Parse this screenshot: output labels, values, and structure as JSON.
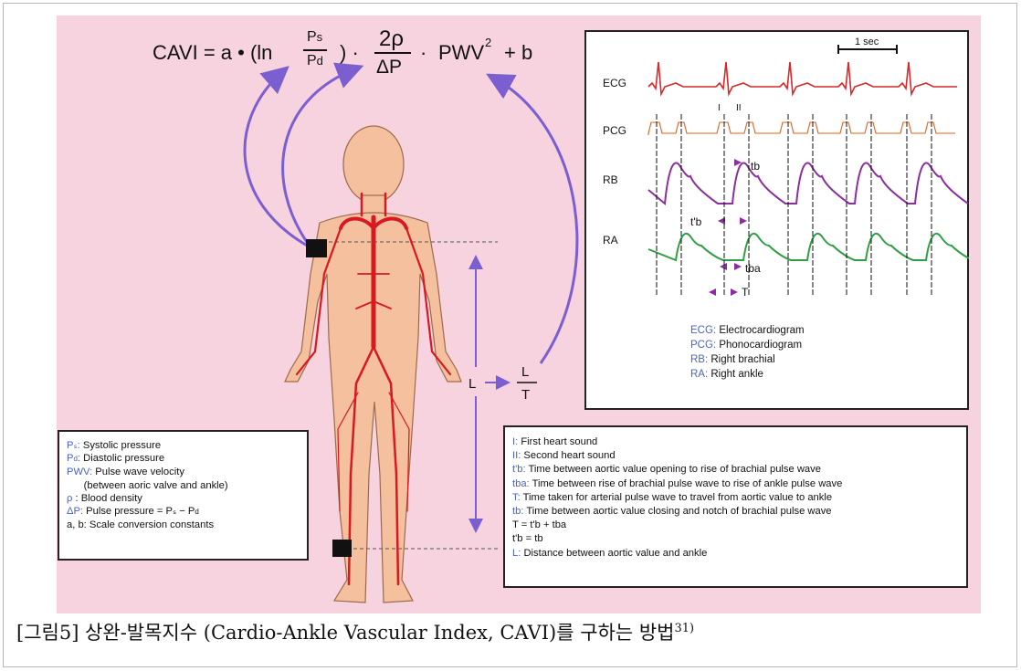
{
  "formula": {
    "prefix": "CAVI = a • (ln",
    "ps_num": "P",
    "ps_num_sub": "s",
    "pd_den": "P",
    "pd_den_sub": "d",
    "close": ") ·",
    "rho_num": "2ρ",
    "dp_den": "ΔP",
    "dot": "·",
    "pwv": "PWV",
    "pwv_exp": "2",
    "tail": "+  b"
  },
  "body_labels": {
    "L": "L",
    "frac_num": "L",
    "frac_den": "T",
    "arrow": "→"
  },
  "signals": {
    "scale": "1 sec",
    "channels": [
      "ECG",
      "PCG",
      "RB",
      "RA"
    ],
    "markers": {
      "I": "I",
      "II": "II"
    },
    "intervals": {
      "tb": "tb",
      "tpb": "t'b",
      "tba": "tba",
      "T": "T"
    },
    "colors": {
      "ECG": "#d62828",
      "PCG": "#e0601a",
      "RB": "#8b2f9f",
      "RA": "#2f9e44"
    },
    "abbrev_legend": [
      {
        "key": "ECG:",
        "text": " Electrocardiogram"
      },
      {
        "key": "PCG:",
        "text": " Phonocardiogram"
      },
      {
        "key": "RB:",
        "text": " Right brachial"
      },
      {
        "key": "RA:",
        "text": " Right ankle"
      }
    ]
  },
  "legend_left": [
    {
      "key": "Pₛ:",
      "text": " Systolic pressure"
    },
    {
      "key": "P",
      "sub": "d",
      "key2": ":",
      "text": " Diastolic pressure"
    },
    {
      "key": "PWV:",
      "text": " Pulse wave velocity"
    },
    {
      "key": "",
      "text": "      (between aoric valve and ankle)"
    },
    {
      "key": "ρ",
      "text": " : Blood density"
    },
    {
      "key": "ΔP:",
      "text": " Pulse pressure = Pₛ − P"
    },
    {
      "key": "",
      "text": "a, b: Scale conversion constants"
    }
  ],
  "legend_right": [
    {
      "key": "I:",
      "text": " First heart sound"
    },
    {
      "key": "II:",
      "text": " Second heart sound"
    },
    {
      "key": "t'b:",
      "text": " Time between aortic value opening to rise of brachial pulse wave"
    },
    {
      "key": "tba:",
      "text": " Time between rise of brachial pulse wave to rise of  ankle pulse wave"
    },
    {
      "key": "T:",
      "text": " Time taken for arterial pulse wave to travel from aortic value to ankle"
    },
    {
      "key": "tb:",
      "text": " Time between aortic value closing and notch of brachial pulse wave"
    },
    {
      "key": "",
      "text": "T = t'b + tba"
    },
    {
      "key": "",
      "text": "t'b = tb"
    },
    {
      "key": "L:",
      "text": " Distance between aortic value and ankle"
    }
  ],
  "caption": {
    "text": "[그림5] 상완-발목지수 (Cardio-Ankle Vascular Index, CAVI)를 구하는 방법",
    "ref": "31)"
  }
}
